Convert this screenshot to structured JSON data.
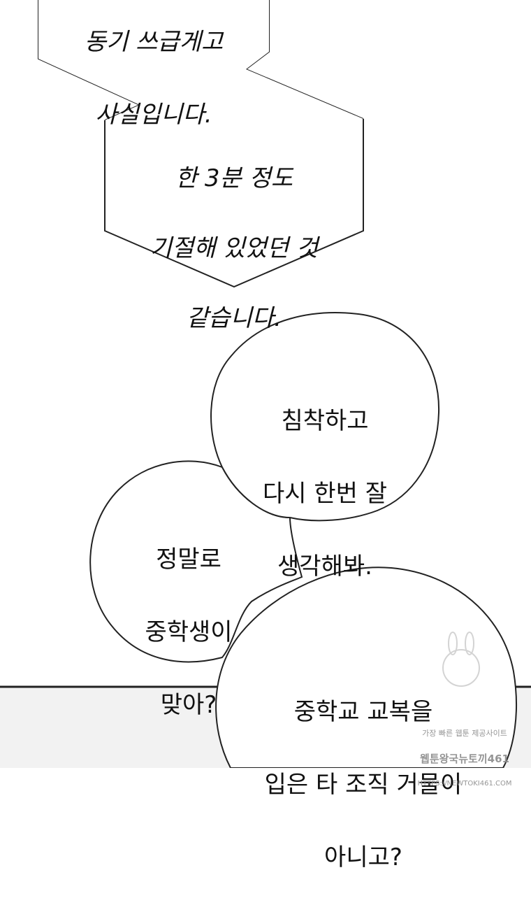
{
  "bubbles": {
    "top_partial": {
      "line1": "동기 쓰급게고",
      "line2": "사실입니다."
    },
    "hex": {
      "line1": "한 3분 정도",
      "line2": "기절해 있었던 것",
      "line3": "같습니다."
    },
    "cloud_a": {
      "line1": "침착하고",
      "line2": "다시 한번 잘",
      "line3": "생각해봐."
    },
    "cloud_b": {
      "line1": "정말로",
      "line2": "중학생이",
      "line3": "맞아?"
    },
    "cloud_c": {
      "line1": "중학교 교복을",
      "line2": "입은 타 조직 거물이",
      "line3": "아니고?"
    }
  },
  "watermark": {
    "line1": "가장 빠른 웹툰 제공사이트",
    "line2": "웹툰왕국뉴토끼461",
    "line3": "HTTPS://NEWTOKI461.COM"
  },
  "colors": {
    "background": "#ffffff",
    "ink": "#111111",
    "outline": "#222222",
    "panel_fill": "#f2f2f2"
  }
}
